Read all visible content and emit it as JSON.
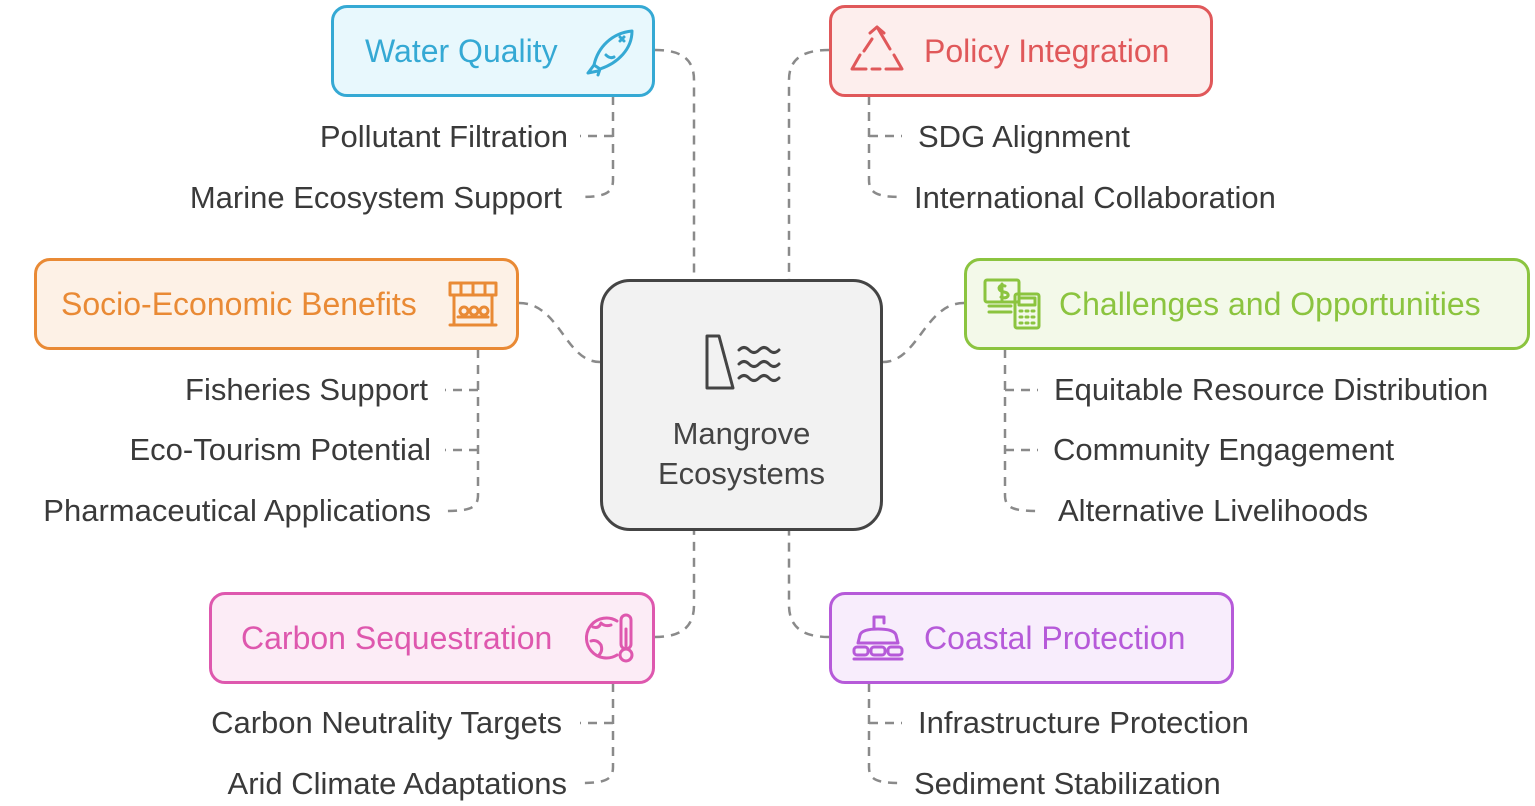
{
  "center": {
    "title": "Mangrove\nEcosystems",
    "icon": "dam-water-icon"
  },
  "water_quality": {
    "label": "Water Quality",
    "icon": "fish-icon",
    "color": "#35a9d4",
    "bg": "#e8f8fd",
    "items": [
      "Pollutant Filtration",
      "Marine Ecosystem Support"
    ]
  },
  "policy_integration": {
    "label": "Policy Integration",
    "icon": "recycle-icon",
    "color": "#e0585a",
    "bg": "#fdeeed",
    "items": [
      "SDG Alignment",
      "International Collaboration"
    ]
  },
  "socio_economic": {
    "label": "Socio-Economic Benefits",
    "icon": "market-stall-icon",
    "color": "#e98a35",
    "bg": "#fdf1e6",
    "items": [
      "Fisheries Support",
      "Eco-Tourism Potential",
      "Pharmaceutical Applications"
    ]
  },
  "challenges": {
    "label": "Challenges and Opportunities",
    "icon": "money-calculator-icon",
    "color": "#8bc43f",
    "bg": "#f3f9e9",
    "items": [
      "Equitable Resource Distribution",
      "Community Engagement",
      "Alternative Livelihoods"
    ]
  },
  "carbon": {
    "label": "Carbon Sequestration",
    "icon": "globe-thermometer-icon",
    "color": "#de58ae",
    "bg": "#fcecf6",
    "items": [
      "Carbon Neutrality Targets",
      "Arid Climate Adaptations"
    ]
  },
  "coastal": {
    "label": "Coastal Protection",
    "icon": "barrier-icon",
    "color": "#b65ad9",
    "bg": "#f8edfc",
    "items": [
      "Infrastructure Protection",
      "Sediment Stabilization"
    ]
  }
}
